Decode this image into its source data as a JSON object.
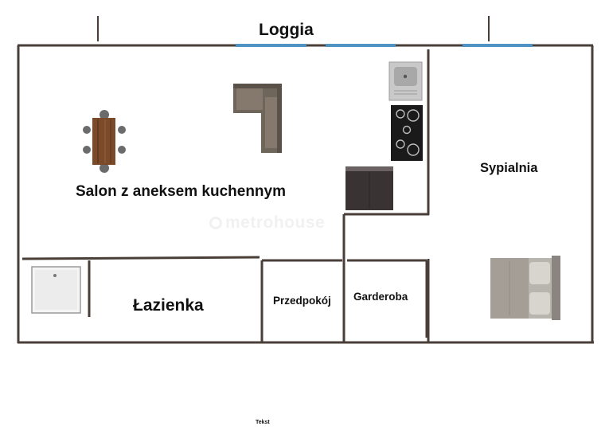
{
  "rooms": {
    "loggia": "Loggia",
    "salon": "Salon z aneksem kuchennym",
    "sypialnia": "Sypialnia",
    "lazienka": "Łazienka",
    "przedpokoj": "Przedpokój",
    "garderoba": "Garderoba"
  },
  "footer_text": "Tekst",
  "watermark": "metrohouse",
  "furniture_icons": [
    "dining-table-icon",
    "corner-sofa-icon",
    "sink-icon",
    "cooktop-icon",
    "fridge-icon",
    "shower-tray-icon",
    "double-bed-icon"
  ],
  "colors": {
    "wall": "#4a3f38",
    "window": "#4f92c4",
    "text": "#111111"
  }
}
